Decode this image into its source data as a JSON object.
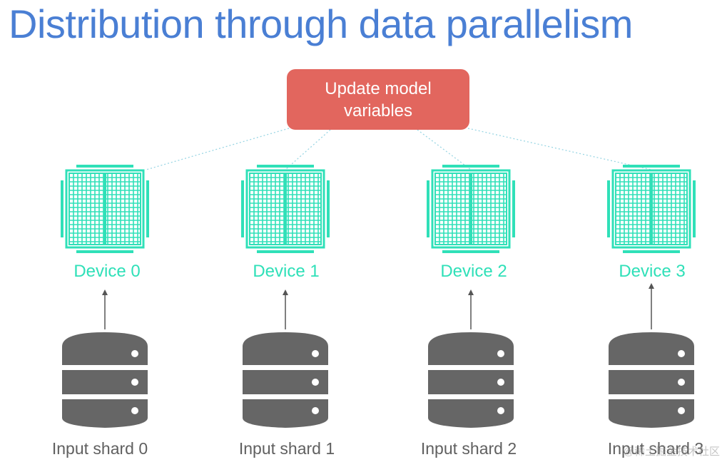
{
  "title": "Distribution through data parallelism",
  "update_box": {
    "line1": "Update model",
    "line2": "variables"
  },
  "devices": [
    {
      "label": "Device 0"
    },
    {
      "label": "Device 1"
    },
    {
      "label": "Device 2"
    },
    {
      "label": "Device 3"
    }
  ],
  "shards": [
    {
      "label": "Input shard 0"
    },
    {
      "label": "Input shard 1"
    },
    {
      "label": "Input shard 2"
    },
    {
      "label": "Input shard 3"
    }
  ],
  "watermark": "@稀土掘金技术社区",
  "colors": {
    "title": "#4a7fd4",
    "update_box": "#e2665e",
    "device": "#2fe0b8",
    "database": "#666666",
    "arrow": "#555555",
    "connector": "#9ad6e4"
  },
  "icons": {
    "device": "chip-icon",
    "shard": "database-icon"
  }
}
